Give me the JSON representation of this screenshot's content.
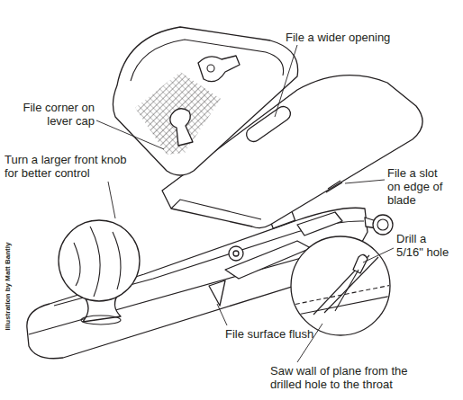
{
  "diagram": {
    "labels": [
      "File a wider opening",
      "File corner on lever cap",
      "File a slot on edge of blade",
      "Turn a larger front knob for better control",
      "Drill a 5/16\" hole",
      "Illustration by Matt Bantly",
      "File surface flush",
      "Saw wall of plane from the drilled hole to the throat"
    ]
  }
}
